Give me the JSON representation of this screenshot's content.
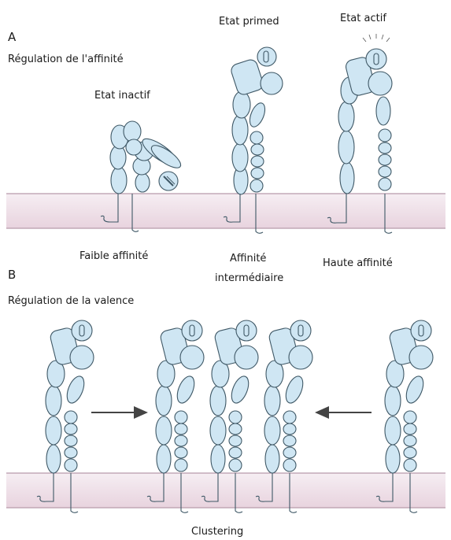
{
  "panel_a": {
    "letter": "A",
    "title": "Régulation de l'affinité",
    "states": {
      "inactive": "Etat inactif",
      "primed": "Etat primed",
      "active": "Etat actif"
    },
    "affinities": {
      "low": "Faible affinité",
      "mid_line1": "Affinité",
      "mid_line2": "intermédiaire",
      "high": "Haute affinité"
    }
  },
  "panel_b": {
    "letter": "B",
    "title": "Régulation de la valence",
    "caption": "Clustering"
  },
  "colors": {
    "domain_fill": "#cfe6f3",
    "domain_stroke": "#3f5866",
    "membrane_top": "#f6eef3",
    "membrane_bottom": "#e9d6e0",
    "membrane_edge": "#b89aab",
    "arrow": "#444444"
  }
}
